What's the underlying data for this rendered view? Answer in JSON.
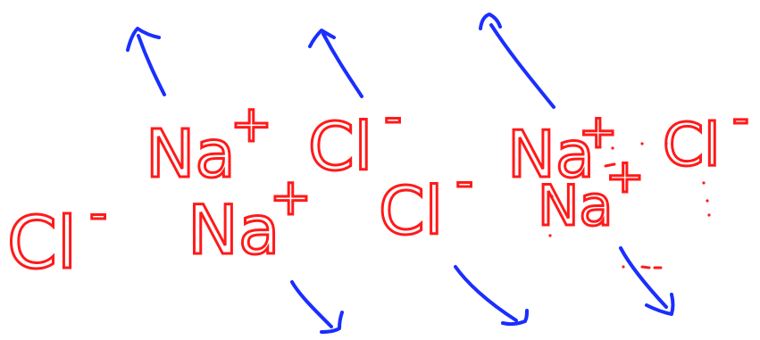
{
  "colors": {
    "ion_text": "#ff1a1a",
    "arrow": "#1a2eff",
    "background": "#ffffff"
  },
  "ions": [
    {
      "symbol": "Na",
      "charge": "+"
    },
    {
      "symbol": "Cl",
      "charge": "-"
    },
    {
      "symbol": "Na",
      "charge": "+"
    },
    {
      "symbol": "Cl",
      "charge": "-"
    },
    {
      "symbol": "Cl",
      "charge": "-"
    },
    {
      "symbol": "Na",
      "charge": "+"
    },
    {
      "symbol": "Cl",
      "charge": "-"
    },
    {
      "symbol": "Na",
      "charge": "+"
    }
  ],
  "arrows": [
    {
      "direction": "up"
    },
    {
      "direction": "up"
    },
    {
      "direction": "up"
    },
    {
      "direction": "down"
    },
    {
      "direction": "down"
    },
    {
      "direction": "down"
    }
  ]
}
